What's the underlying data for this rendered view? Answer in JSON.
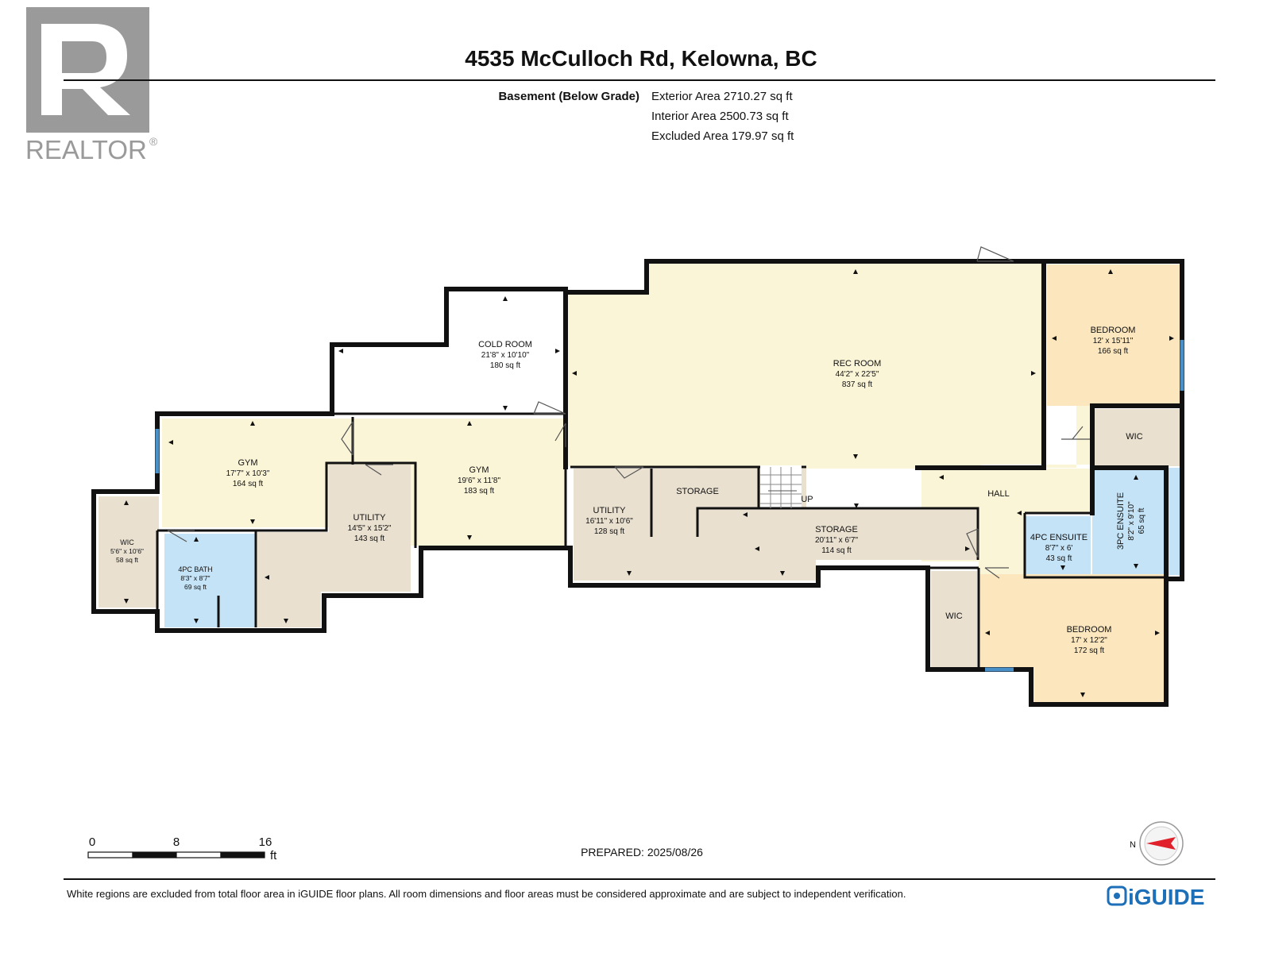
{
  "header": {
    "title": "4535 McCulloch Rd, Kelowna, BC",
    "level_name": "Basement (Below Grade)",
    "exterior_area": "Exterior Area 2710.27 sq ft",
    "interior_area": "Interior Area 2500.73 sq ft",
    "excluded_area": "Excluded Area 179.97 sq ft"
  },
  "logo": {
    "brand": "REALTOR",
    "mark": "®"
  },
  "rooms": {
    "cold_room": {
      "name": "COLD ROOM",
      "dims": "21'8\" x 10'10\"",
      "area": "180 sq ft"
    },
    "rec_room": {
      "name": "REC ROOM",
      "dims": "44'2\" x 22'5\"",
      "area": "837 sq ft"
    },
    "bedroom_1": {
      "name": "BEDROOM",
      "dims": "12' x 15'11\"",
      "area": "166 sq ft"
    },
    "wic_1": {
      "name": "WIC"
    },
    "gym_1": {
      "name": "GYM",
      "dims": "17'7\" x 10'3\"",
      "area": "164 sq ft"
    },
    "gym_2": {
      "name": "GYM",
      "dims": "19'6\" x 11'8\"",
      "area": "183 sq ft"
    },
    "utility_1": {
      "name": "UTILITY",
      "dims": "14'5\" x 15'2\"",
      "area": "143 sq ft"
    },
    "utility_2": {
      "name": "UTILITY",
      "dims": "16'11\" x 10'6\"",
      "area": "128 sq ft"
    },
    "storage_1": {
      "name": "STORAGE"
    },
    "storage_2": {
      "name": "STORAGE",
      "dims": "20'11\" x 6'7\"",
      "area": "114 sq ft"
    },
    "stairs": {
      "label": "UP"
    },
    "hall": {
      "name": "HALL"
    },
    "ensuite_3pc": {
      "name": "3PC ENSUITE",
      "dims": "8'2\" x 9'10\"",
      "area": "65 sq ft"
    },
    "ensuite_4pc": {
      "name": "4PC ENSUITE",
      "dims": "8'7\" x 6'",
      "area": "43 sq ft"
    },
    "wic_2": {
      "name": "WIC",
      "dims": "5'6\" x 10'6\"",
      "area": "58 sq ft"
    },
    "bath_4pc": {
      "name": "4PC BATH",
      "dims": "8'3\" x 8'7\"",
      "area": "69 sq ft"
    },
    "wic_3": {
      "name": "WIC"
    },
    "bedroom_2": {
      "name": "BEDROOM",
      "dims": "17' x 12'2\"",
      "area": "172 sq ft"
    }
  },
  "scale": {
    "labels": [
      "0",
      "8",
      "16"
    ],
    "unit": "ft"
  },
  "prepared": "PREPARED: 2025/08/26",
  "compass": {
    "north_label": "N"
  },
  "footer": {
    "disclaimer": "White regions are excluded from total floor area in iGUIDE floor plans. All room dimensions and floor areas must be considered approximate and are subject to independent verification.",
    "brand": "iGUIDE"
  },
  "colors": {
    "living": "#fbf5d8",
    "bedroom": "#fbe6bd",
    "utility": "#e9e0d0",
    "bath": "#c5e3f6",
    "excluded": "#ffffff",
    "wall": "#111111",
    "window": "#4a90c8",
    "compass_arrow": "#e0202a",
    "brand_blue": "#1d6fb8"
  }
}
